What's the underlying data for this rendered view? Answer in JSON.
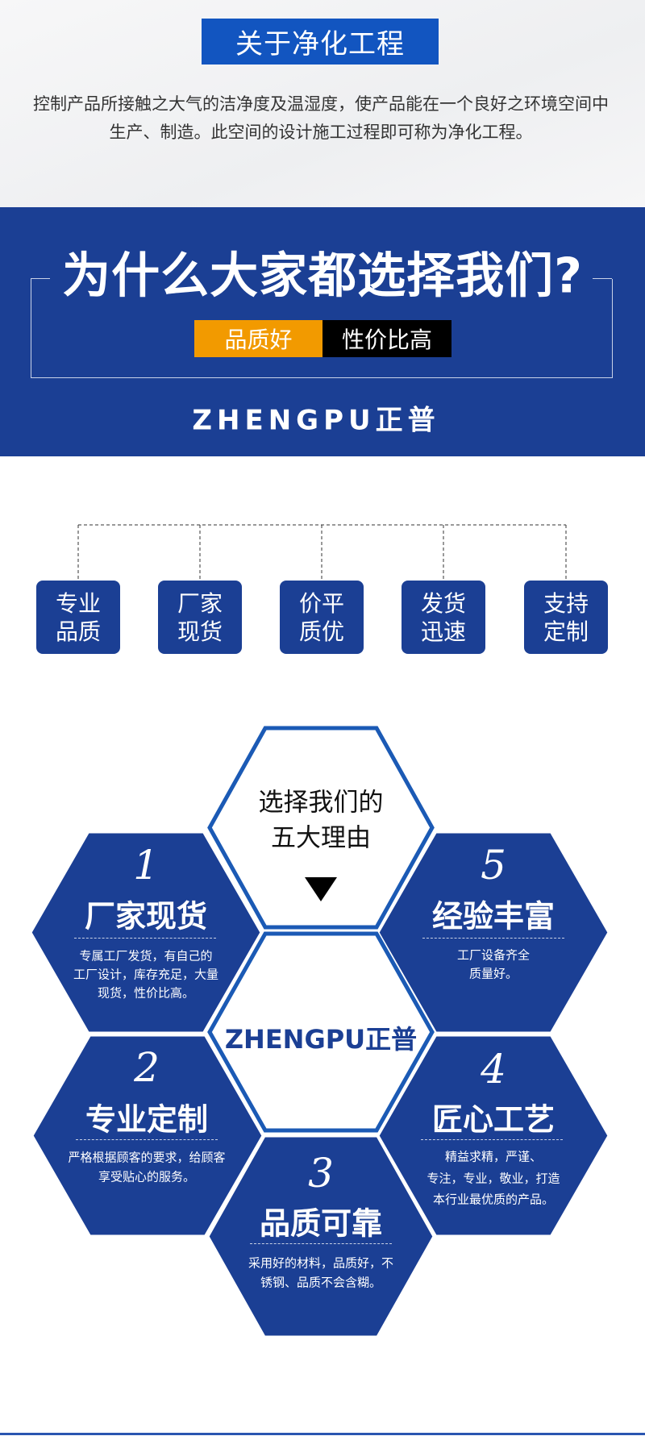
{
  "about": {
    "title": "关于净化工程",
    "paragraph_lines": [
      "控制产品所接触之大气的洁净度及温湿度，使产品能在一个良好之环境空间中",
      "生产、制造。此空间的设计施工过程即可称为净化工程。"
    ]
  },
  "why": {
    "heading": "为什么大家都选择我们?",
    "tag_quality": "品质好",
    "tag_value": "性价比高",
    "brand": "ZHENGPU正普"
  },
  "features": [
    {
      "line1": "专业",
      "line2": "品质"
    },
    {
      "line1": "厂家",
      "line2": "现货"
    },
    {
      "line1": "价平",
      "line2": "质优"
    },
    {
      "line1": "发货",
      "line2": "迅速"
    },
    {
      "line1": "支持",
      "line2": "定制"
    }
  ],
  "reasons": {
    "header_line1": "选择我们的",
    "header_line2": "五大理由",
    "center_brand": "ZHENGPU正普",
    "items": [
      {
        "number": "1",
        "title": "厂家现货",
        "desc": [
          "专属工厂发货，有自己的",
          "工厂设计，库存充足，大量",
          "现货，性价比高。"
        ]
      },
      {
        "number": "2",
        "title": "专业定制",
        "desc": [
          "严格根据顾客的要求，给顾客",
          "享受贴心的服务。"
        ]
      },
      {
        "number": "3",
        "title": "品质可靠",
        "desc": [
          "采用好的材料，品质好，不",
          "锈钢、品质不会含糊。"
        ]
      },
      {
        "number": "4",
        "title": "匠心工艺",
        "desc": [
          "精益求精，严谨、",
          "专注，专业，敬业，打造",
          "本行业最优质的产品。"
        ]
      },
      {
        "number": "5",
        "title": "经验丰富",
        "desc": [
          "工厂设备齐全",
          "质量好。"
        ]
      }
    ]
  },
  "colors": {
    "primary_blue": "#1b3f94",
    "title_blue": "#1255c0",
    "orange": "#f29a00",
    "black": "#000000"
  }
}
